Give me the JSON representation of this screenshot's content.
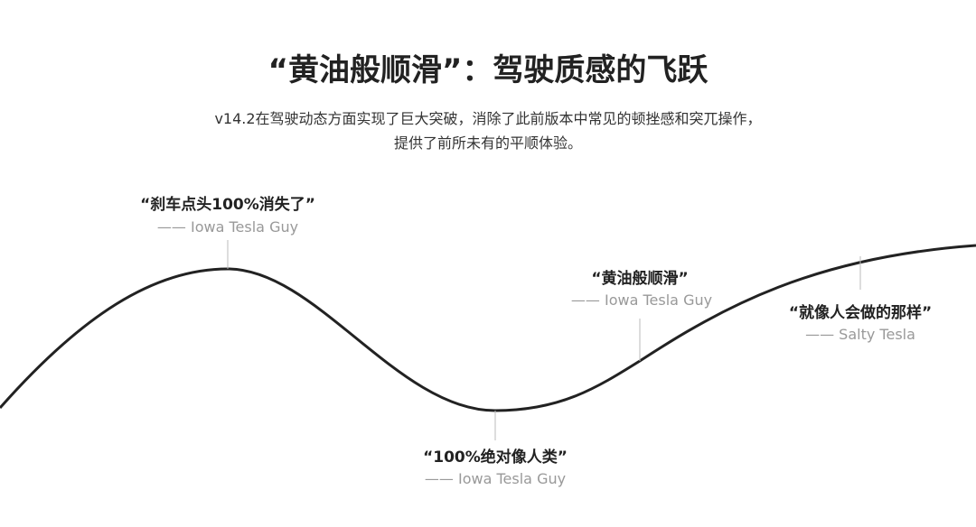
{
  "title": "“黄油般顺滑”：驾驶质感的飞跃",
  "subtitle_line1": "v14.2在驾驶动态方面实现了巨大突破，消除了此前版本中常见的顿挫感和突兀操作，",
  "subtitle_line2": "提供了前所未有的平顺体验。",
  "quotes": [
    {
      "quote": "“刹车点头100%消失了”",
      "author": "—— Iowa Tesla Guy"
    },
    {
      "quote": "“100%绝对像人类”",
      "author": "—— Iowa Tesla Guy"
    },
    {
      "quote": "“黄油般顺滑”",
      "author": "—— Iowa Tesla Guy"
    },
    {
      "quote": "“就像人会做的那样”",
      "author": "—— Salty Tesla"
    }
  ]
}
